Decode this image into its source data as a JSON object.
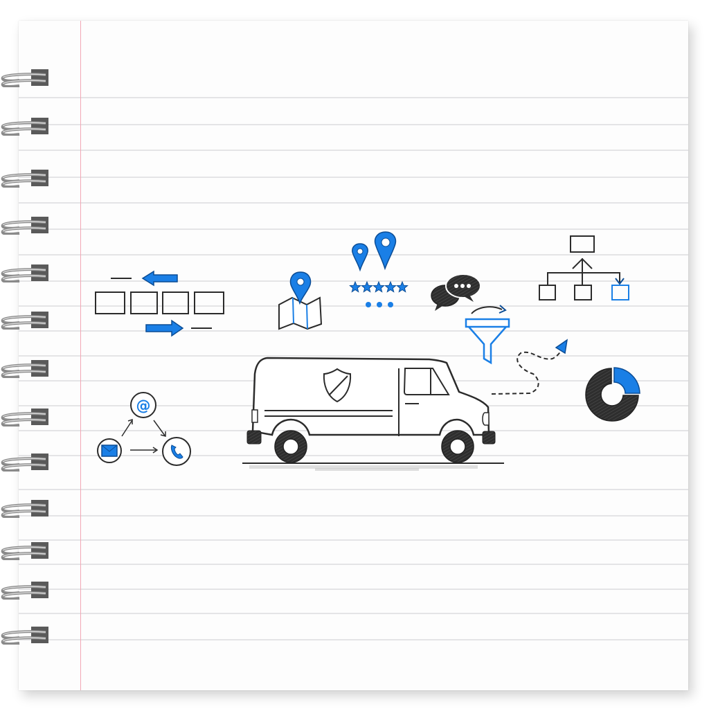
{
  "notebook": {
    "paper_color": "#fdfdfd",
    "rule_color": "#e4e4e6",
    "margin_color": "#f2a7b5",
    "ring_count": 13,
    "rule_count": 22
  },
  "palette": {
    "ink": "#2b2b2b",
    "accent_blue": "#1a7fe6",
    "accent_blue_dark": "#0b4c94"
  },
  "illustration": {
    "subject": "delivery van",
    "van_emblem": "shield-icon",
    "icons": [
      {
        "id": "queue-flow",
        "name": "queue-with-arrows-icon",
        "description": "four boxes with left and right blue arrows"
      },
      {
        "id": "map-pin",
        "name": "map-with-pin-icon",
        "description": "folded map with blue location pin"
      },
      {
        "id": "pins-rating",
        "name": "location-pins-rating-icon",
        "description": "two blue pins, five blue stars, three dots"
      },
      {
        "id": "chat",
        "name": "chat-bubbles-icon",
        "description": "two speech bubbles with ellipsis"
      },
      {
        "id": "funnel",
        "name": "funnel-icon",
        "description": "blue funnel with curved arrow"
      },
      {
        "id": "hierarchy",
        "name": "org-chart-icon",
        "description": "tree of boxes, last child highlighted blue"
      },
      {
        "id": "route",
        "name": "dashed-route-arrow-icon",
        "description": "dashed curved path ending in blue arrowhead"
      },
      {
        "id": "donut",
        "name": "donut-chart-icon",
        "description": "dark donut with blue quarter segment"
      },
      {
        "id": "contact-channels",
        "name": "contact-channels-icon",
        "description": "email, @ and phone circles connected by arrows"
      }
    ],
    "rating_stars": 5,
    "rating_dots": 3,
    "contact_glyphs": {
      "at": "@"
    }
  }
}
